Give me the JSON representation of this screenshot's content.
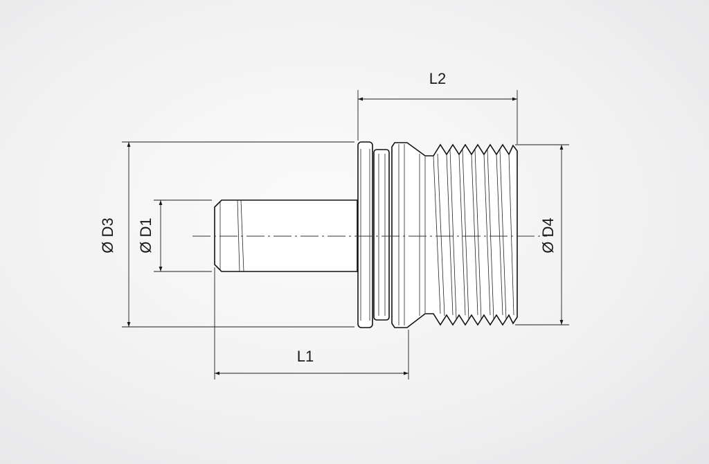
{
  "drawing": {
    "labels": {
      "l1": "L1",
      "l2": "L2",
      "d1": "Ø D1",
      "d3": "Ø D3",
      "d4": "Ø D4"
    }
  }
}
